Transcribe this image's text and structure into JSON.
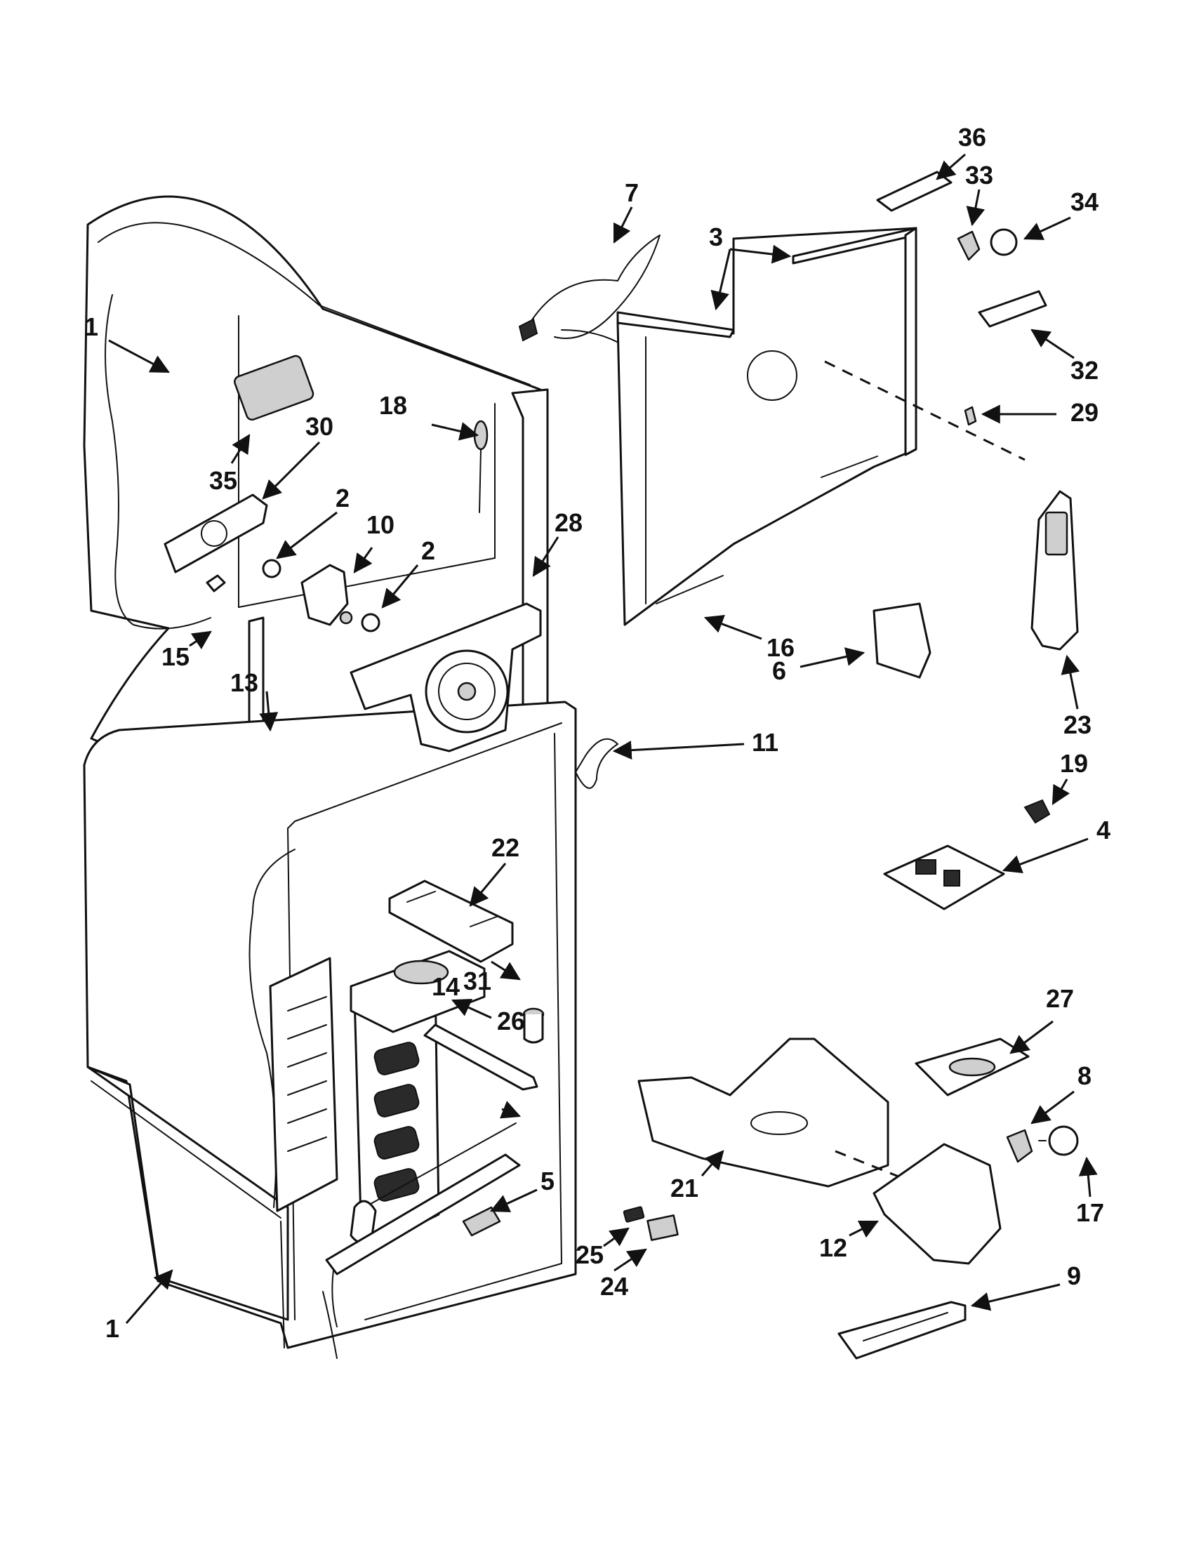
{
  "callouts": [
    {
      "id": "c1a",
      "label": "1"
    },
    {
      "id": "c1b",
      "label": "1"
    },
    {
      "id": "c2a",
      "label": "2"
    },
    {
      "id": "c2b",
      "label": "2"
    },
    {
      "id": "c3",
      "label": "3"
    },
    {
      "id": "c4",
      "label": "4"
    },
    {
      "id": "c5",
      "label": "5"
    },
    {
      "id": "c6",
      "label": "6"
    },
    {
      "id": "c7",
      "label": "7"
    },
    {
      "id": "c8",
      "label": "8"
    },
    {
      "id": "c9",
      "label": "9"
    },
    {
      "id": "c10",
      "label": "10"
    },
    {
      "id": "c11",
      "label": "11"
    },
    {
      "id": "c12",
      "label": "12"
    },
    {
      "id": "c13",
      "label": "13"
    },
    {
      "id": "c14",
      "label": "14"
    },
    {
      "id": "c15",
      "label": "15"
    },
    {
      "id": "c16",
      "label": "16"
    },
    {
      "id": "c17",
      "label": "17"
    },
    {
      "id": "c18",
      "label": "18"
    },
    {
      "id": "c19",
      "label": "19"
    },
    {
      "id": "c21",
      "label": "21"
    },
    {
      "id": "c22",
      "label": "22"
    },
    {
      "id": "c23",
      "label": "23"
    },
    {
      "id": "c24",
      "label": "24"
    },
    {
      "id": "c25",
      "label": "25"
    },
    {
      "id": "c26",
      "label": "26"
    },
    {
      "id": "c27",
      "label": "27"
    },
    {
      "id": "c28",
      "label": "28"
    },
    {
      "id": "c29",
      "label": "29"
    },
    {
      "id": "c30",
      "label": "30"
    },
    {
      "id": "c31",
      "label": "31"
    },
    {
      "id": "c32",
      "label": "32"
    },
    {
      "id": "c33",
      "label": "33"
    },
    {
      "id": "c34",
      "label": "34"
    },
    {
      "id": "c35",
      "label": "35"
    },
    {
      "id": "c36",
      "label": "36"
    }
  ]
}
